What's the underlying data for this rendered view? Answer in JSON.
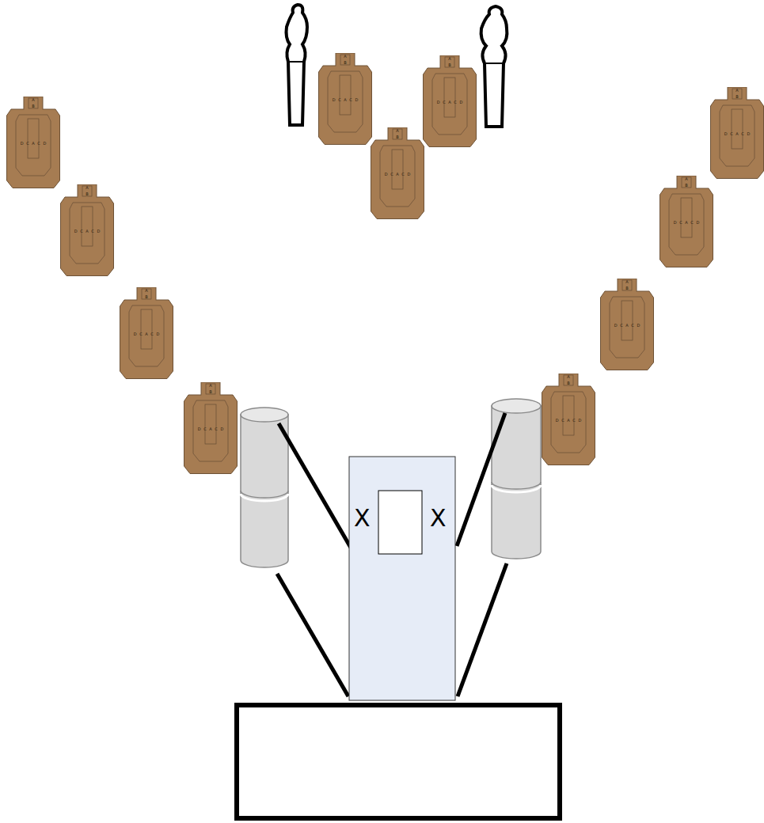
{
  "diagram": {
    "nodes": [
      {
        "text": [
          "A",
          "B",
          "D C A C D"
        ]
      },
      {
        "text": [
          "A",
          "B",
          "D C A C D"
        ]
      },
      {
        "text": [
          "A",
          "B",
          "D C A C D"
        ]
      },
      {
        "text": [
          "A",
          "B",
          "D C A C D"
        ]
      },
      {
        "text": [
          "A",
          "B",
          "D C A C D"
        ]
      },
      {
        "text": [
          "A",
          "B",
          "D C A C D"
        ]
      },
      {
        "text": [
          "A",
          "B",
          "D C A C D"
        ]
      },
      {
        "text": [
          "A",
          "B",
          "D C A C D"
        ]
      },
      {
        "text": [
          "A",
          "B",
          "D C A C D"
        ]
      },
      {
        "text": [
          "A",
          "B",
          "D C A C D"
        ]
      },
      {
        "text": [
          "A",
          "B",
          "D C A C D"
        ]
      }
    ],
    "labels": [
      "X",
      "X"
    ]
  }
}
